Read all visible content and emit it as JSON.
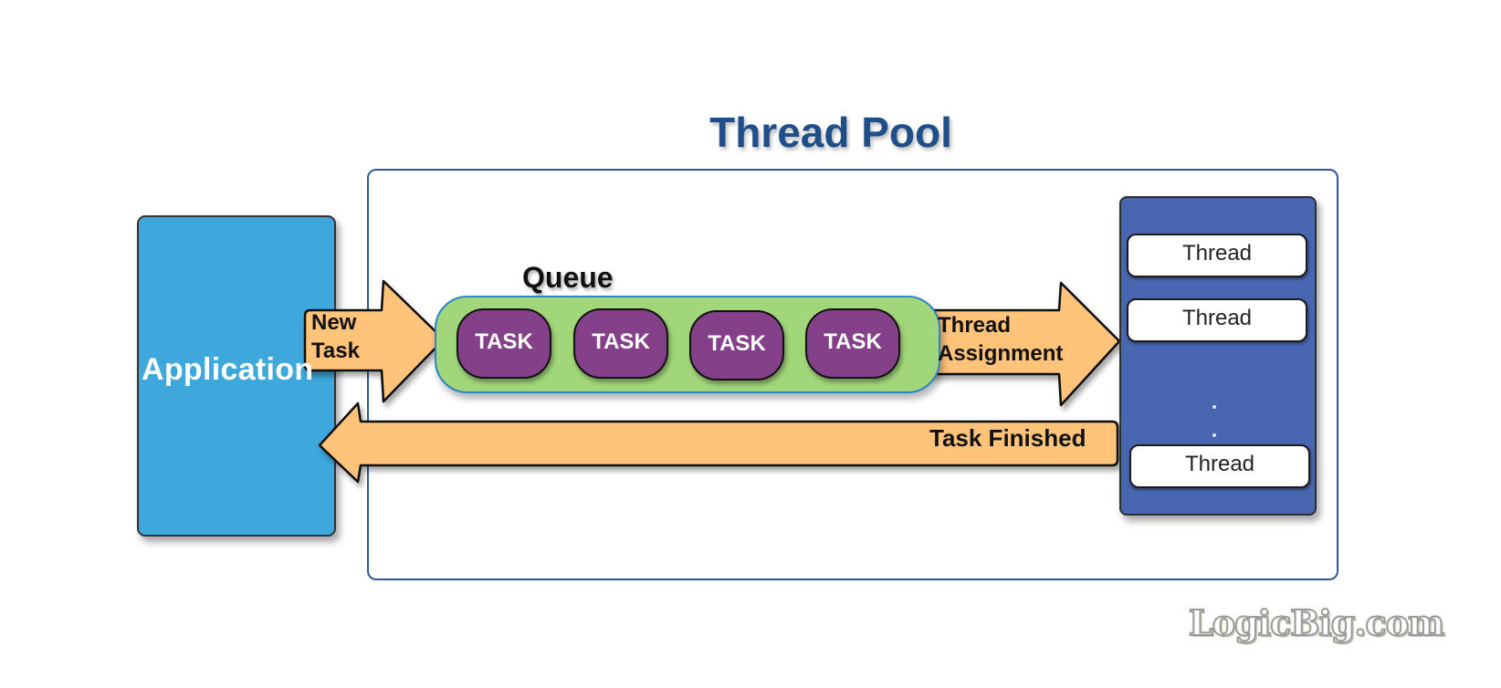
{
  "diagram": {
    "title": "Thread Pool",
    "application_label": "Application",
    "queue": {
      "label": "Queue",
      "tasks": [
        "TASK",
        "TASK",
        "TASK",
        "TASK"
      ]
    },
    "arrows": {
      "new_task": [
        "New",
        "Task"
      ],
      "thread_assignment": [
        "Thread",
        "Assignment"
      ],
      "task_finished": "Task Finished"
    },
    "threads": [
      "Thread",
      "Thread",
      "Thread"
    ],
    "ellipsis": ".",
    "watermark": "LogicBig.com"
  },
  "colors": {
    "title": "#1f4e89",
    "pool_border": "#2c5a9a",
    "application": "#3ea8dc",
    "queue": "#a2d67a",
    "queue_border": "#2a86c4",
    "task": "#84418a",
    "arrow": "#ffc37a",
    "threads_panel": "#4966b0"
  }
}
